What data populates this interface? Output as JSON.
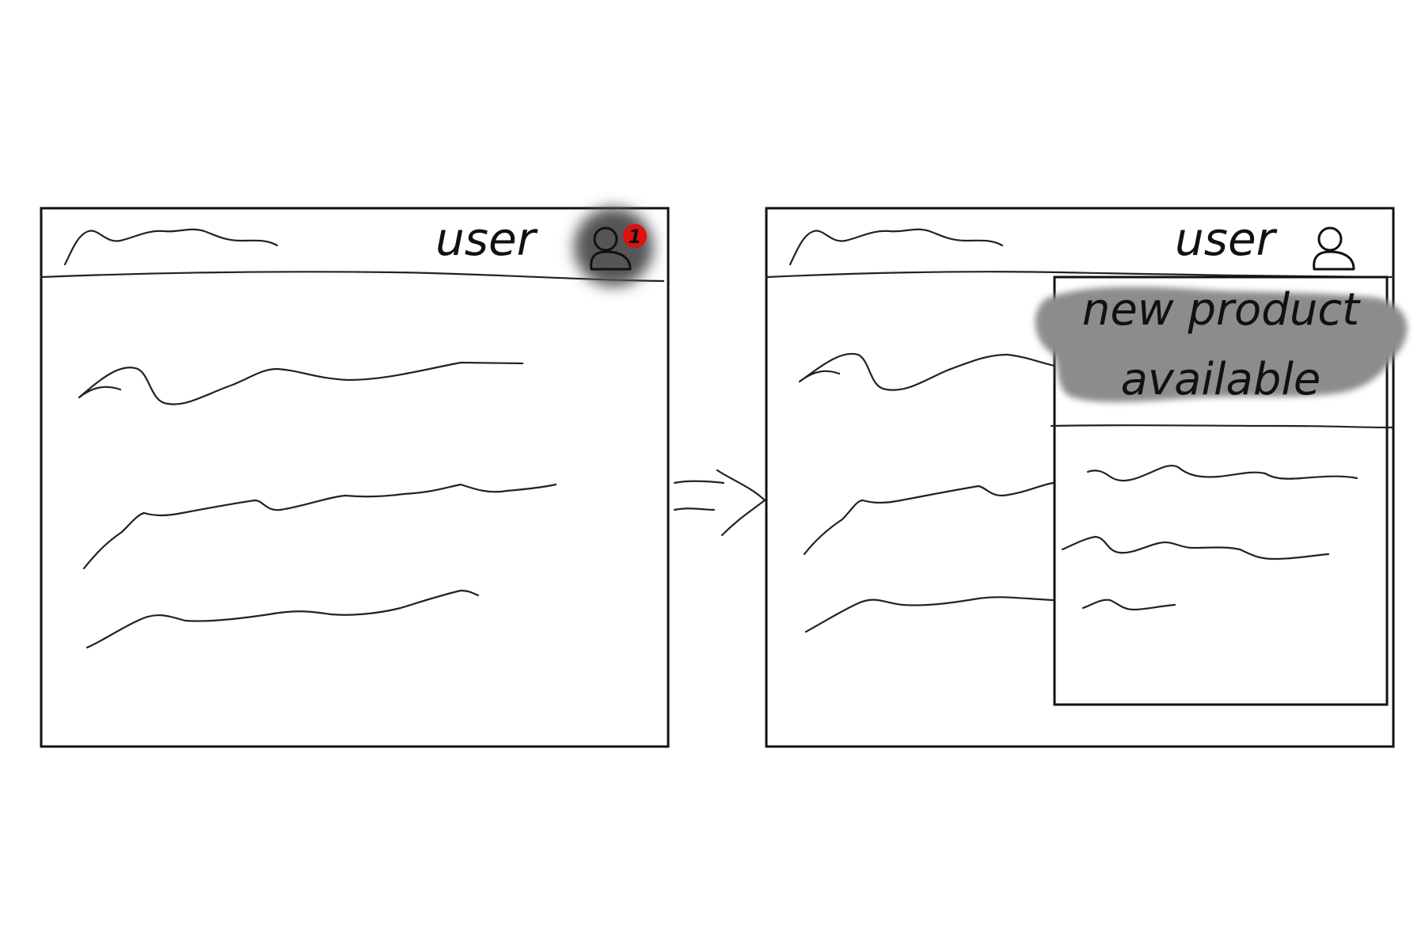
{
  "before_screen": {
    "user_label": "user",
    "notification_count": "1",
    "highlight_color": "#555555",
    "badge_color": "#e01010"
  },
  "after_screen": {
    "user_label": "user",
    "popup": {
      "title_line1": "new product",
      "title_line2": "available",
      "title_highlight_color": "#8c8c8c"
    }
  },
  "icons": {
    "user": "user-icon",
    "transition": "arrow-right-icon"
  }
}
